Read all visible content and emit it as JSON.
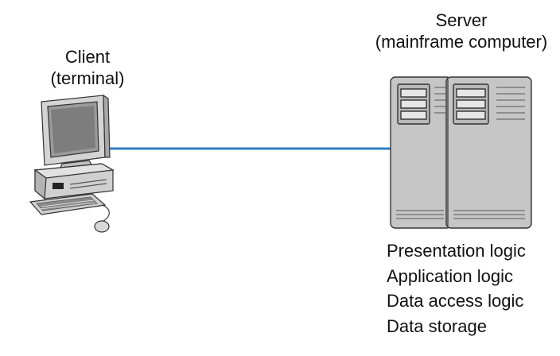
{
  "client": {
    "title": "Client",
    "subtitle": "(terminal)"
  },
  "server": {
    "title": "Server",
    "subtitle": "(mainframe computer)"
  },
  "server_logic": [
    "Presentation logic",
    "Application logic",
    "Data access logic",
    "Data storage"
  ],
  "colors": {
    "connection_line": "#2b7fc4",
    "device_fill": "#c8c8c8",
    "device_stroke": "#333333"
  }
}
